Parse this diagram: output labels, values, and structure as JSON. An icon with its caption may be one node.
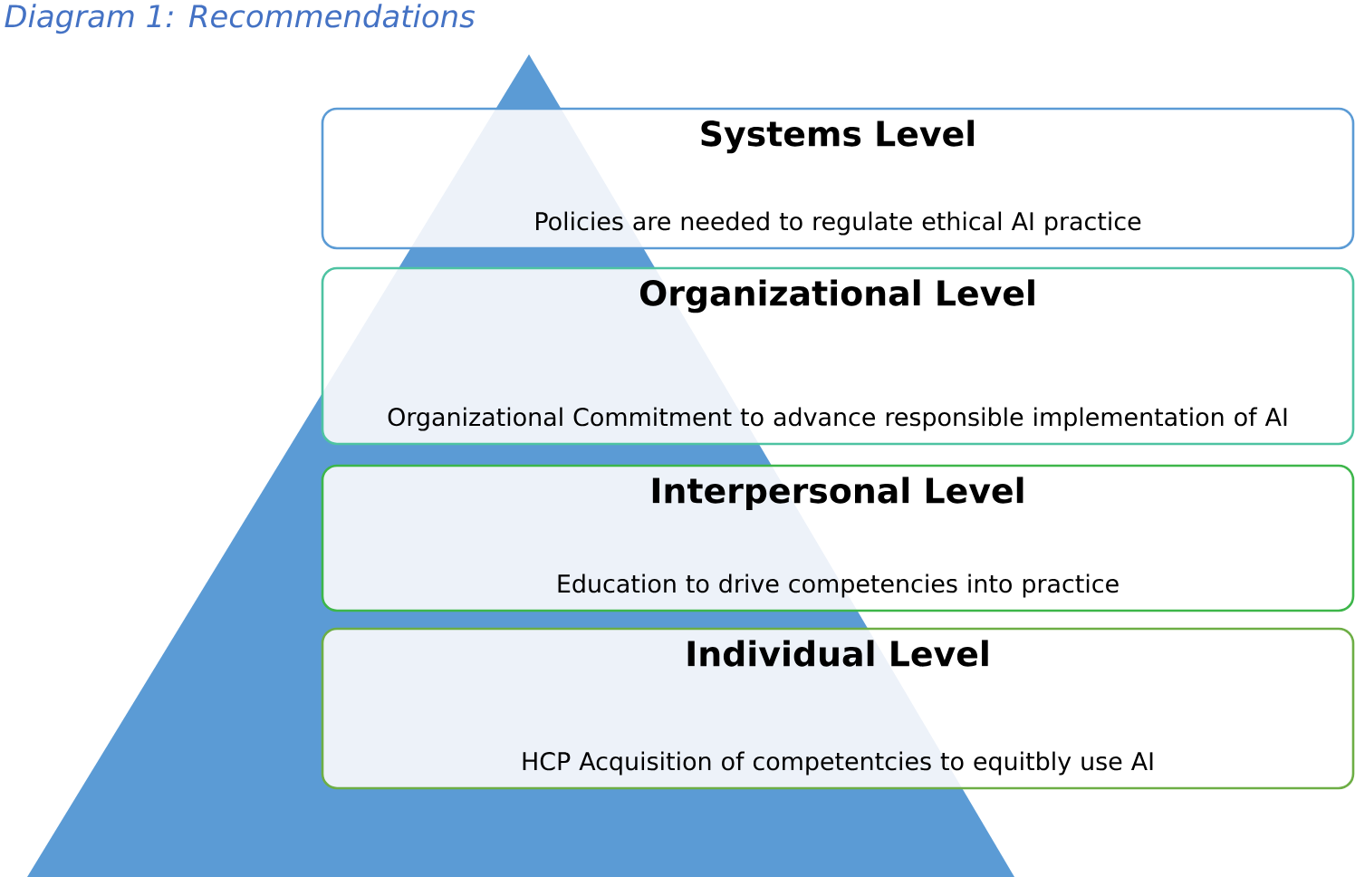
{
  "diagram": {
    "title": "Diagram 1: Recommendations",
    "nodes": [
      {
        "text": [
          "Systems Level",
          "Policies are needed to regulate ethical AI practice"
        ]
      },
      {
        "text": [
          "Organizational Level",
          "Organizational Commitment to advance responsible implementation of AI"
        ]
      },
      {
        "text": [
          "Interpersonal Level",
          "Education to drive competencies into practice"
        ]
      },
      {
        "text": [
          "Individual Level",
          "HCP Acquisition of competentcies to equitbly use AI"
        ]
      }
    ]
  }
}
